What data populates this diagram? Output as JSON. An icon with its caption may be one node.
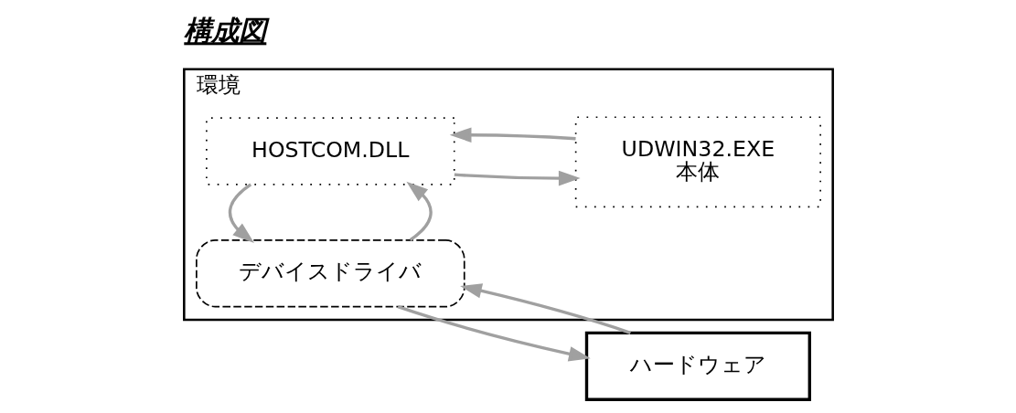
{
  "diagram": {
    "title": "構成図",
    "nodes": [
      {
        "text": [
          "環境"
        ]
      },
      {
        "text": [
          "HOSTCOM.DLL"
        ],
        "in": 0
      },
      {
        "text": [
          "UDWIN32.EXE",
          "本体"
        ],
        "in": 0
      },
      {
        "text": [
          "デバイスドライバ"
        ],
        "in": 0
      },
      {
        "text": [
          "ハードウェア"
        ]
      }
    ],
    "edges": [
      {
        "from": 1,
        "to": 2,
        "arrow": "to"
      },
      {
        "from": 2,
        "to": 1,
        "arrow": "to"
      },
      {
        "from": 3,
        "to": 1,
        "arrow": "to"
      },
      {
        "from": 1,
        "to": 3,
        "arrow": "to"
      },
      {
        "from": 3,
        "to": 4,
        "arrow": "to"
      },
      {
        "from": 4,
        "to": 3,
        "arrow": "to"
      }
    ]
  }
}
